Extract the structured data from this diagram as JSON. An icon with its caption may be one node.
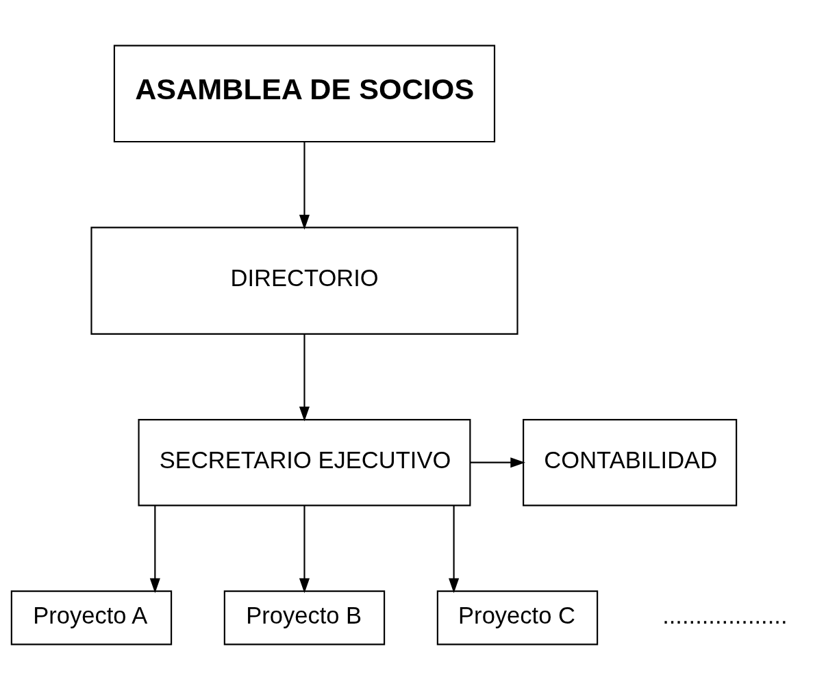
{
  "diagram": {
    "nodes": [
      {
        "text": [
          "ASAMBLEA DE SOCIOS"
        ]
      },
      {
        "text": [
          "DIRECTORIO"
        ]
      },
      {
        "text": [
          "SECRETARIO EJECUTIVO"
        ]
      },
      {
        "text": [
          "CONTABILIDAD"
        ]
      },
      {
        "text": [
          "Proyecto A"
        ]
      },
      {
        "text": [
          "Proyecto B"
        ]
      },
      {
        "text": [
          "Proyecto C"
        ]
      }
    ],
    "edges": [
      {
        "from": 0,
        "to": 1,
        "arrow": "to"
      },
      {
        "from": 1,
        "to": 2,
        "arrow": "to"
      },
      {
        "from": 2,
        "to": 3,
        "arrow": "to"
      },
      {
        "from": 2,
        "to": 4,
        "arrow": "to"
      },
      {
        "from": 2,
        "to": 5,
        "arrow": "to"
      },
      {
        "from": 2,
        "to": 6,
        "arrow": "to"
      }
    ],
    "labels": [
      "..................."
    ]
  }
}
